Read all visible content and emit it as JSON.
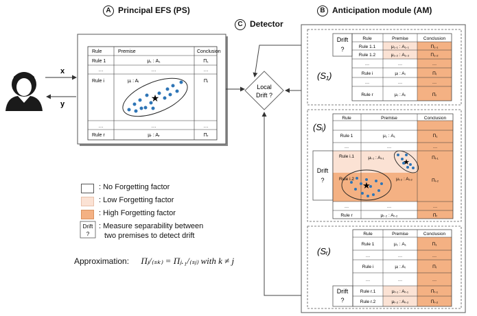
{
  "headers": {
    "a_badge": "A",
    "a_title": "Principal EFS  (PS)",
    "b_badge": "B",
    "b_title": "Anticipation module (AM)",
    "c_badge": "C",
    "c_title": "Detector"
  },
  "user": {
    "x_label": "x",
    "y_label": "y"
  },
  "detector": {
    "line1": "Local",
    "line2": "Drift ?"
  },
  "ps_table": {
    "headers": [
      "Rule",
      "Premise",
      "Conclusion"
    ],
    "rows": [
      {
        "rule": "Rule 1",
        "premise": "μ₁ : A₁",
        "conclusion": "Π₁"
      },
      {
        "rule": "…",
        "premise": "…",
        "conclusion": "…"
      },
      {
        "rule": "Rule i",
        "premise": "μᵢ : Aᵢ",
        "conclusion": "Πᵢ"
      },
      {
        "rule": "…",
        "premise": "…",
        "conclusion": "…"
      },
      {
        "rule": "Rule r",
        "premise": "μᵣ : Aᵣ",
        "conclusion": "Πᵣ"
      }
    ]
  },
  "am1": {
    "drift_label": "Drift\n?",
    "state_label": "(S₁)",
    "headers": [
      "Rule",
      "Premise",
      "Conclusion"
    ],
    "rows": [
      {
        "rule": "Rule 1.1",
        "premise": "μ₁.₁ : A₁.₁",
        "conclusion": "Π₁.₁"
      },
      {
        "rule": "Rule 1.2",
        "premise": "μ₁.₂ : A₁.₂",
        "conclusion": "Π₁.₂"
      },
      {
        "rule": "…",
        "premise": "…",
        "conclusion": "…"
      },
      {
        "rule": "Rule i",
        "premise": "μᵢ : Aᵢ",
        "conclusion": "Πᵢ"
      },
      {
        "rule": "…",
        "premise": "…",
        "conclusion": "…"
      },
      {
        "rule": "Rule r",
        "premise": "μᵣ : Aᵣ",
        "conclusion": "Πᵣ"
      }
    ]
  },
  "am2": {
    "drift_label": "Drift\n?",
    "state_label": "(Sᵢ)",
    "headers": [
      "Rule",
      "Premise",
      "Conclusion"
    ],
    "rows": [
      {
        "rule": "Rule 1",
        "premise": "μ₁ : A₁",
        "conclusion": "Π₁"
      },
      {
        "rule": "…",
        "premise": "…",
        "conclusion": "…"
      },
      {
        "rule": "Rule i.1",
        "premise": "μᵢ.₁ : Aᵢ.₁",
        "conclusion": "Πᵢ.₁"
      },
      {
        "rule": "Rule i.2",
        "premise": "μᵢ.₂ : Aᵢ.₂",
        "conclusion": "Πᵢ.₂"
      },
      {
        "rule": "…",
        "premise": "…",
        "conclusion": "…"
      },
      {
        "rule": "Rule r",
        "premise": "μᵣ.₂ : Aᵣ.₂",
        "conclusion": "Πᵣ"
      }
    ]
  },
  "am3": {
    "drift_label": "Drift\n?",
    "state_label": "(Sᵣ)",
    "headers": [
      "Rule",
      "Premise",
      "Conclusion"
    ],
    "rows": [
      {
        "rule": "Rule 1",
        "premise": "μ₁ : A₁",
        "conclusion": "Π₁"
      },
      {
        "rule": "…",
        "premise": "…",
        "conclusion": "…"
      },
      {
        "rule": "Rule i",
        "premise": "μᵢ : Aᵢ",
        "conclusion": "Πᵢ"
      },
      {
        "rule": "…",
        "premise": "…",
        "conclusion": "…"
      },
      {
        "rule": "Rule r.1",
        "premise": "μᵣ.₁ : Aᵣ.₁",
        "conclusion": "Πᵣ.₁"
      },
      {
        "rule": "Rule r.2",
        "premise": "μᵣ.₂ : Aᵣ.₂",
        "conclusion": "Πᵣ.₂"
      }
    ]
  },
  "legend": {
    "no_forgetting": ": No Forgetting factor",
    "low_forgetting": ": Low Forgetting factor",
    "high_forgetting": ": High Forgetting factor",
    "drift_box_label": "Drift\n?",
    "drift_line1": ": Measure separability between",
    "drift_line2": "two premises to detect drift"
  },
  "approximation": {
    "label": "Approximation:",
    "formula": "Πⱼ/₍ₛₖ₎ = Πⱼ.₁/₍ₛⱼ₎ with k ≠ j"
  },
  "colors": {
    "none": "#ffffff",
    "low": "#fbe2d4",
    "high": "#f4b183",
    "dot": "#2e75b6",
    "line": "#555555"
  }
}
